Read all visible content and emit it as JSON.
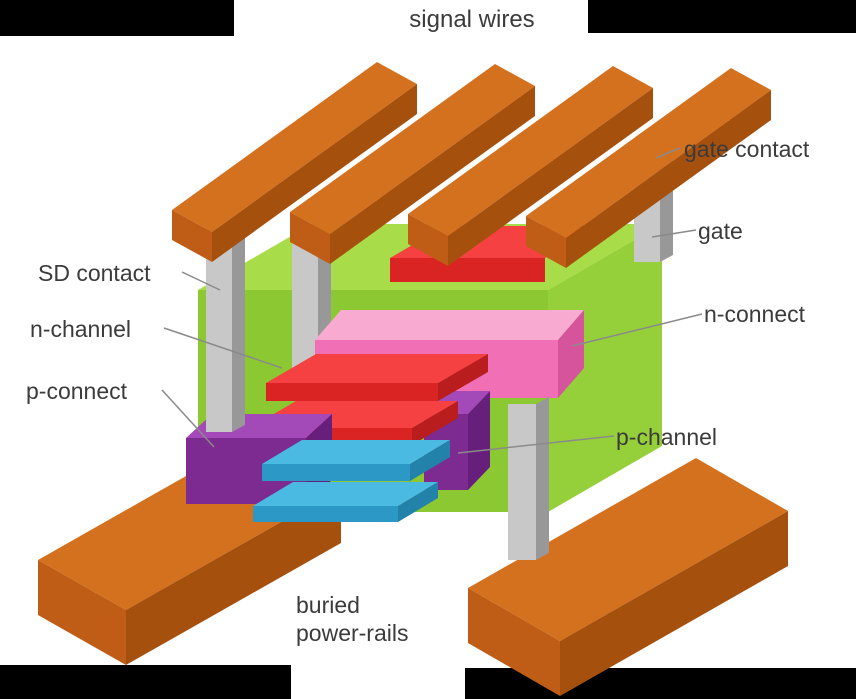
{
  "labels": {
    "signal_wires": "signal wires",
    "gate_contact": "gate contact",
    "gate": "gate",
    "sd_contact": "SD contact",
    "n_channel": "n-channel",
    "n_connect": "n-connect",
    "p_connect": "p-connect",
    "p_channel": "p-channel",
    "buried_power_rails_line1": "buried",
    "buried_power_rails_line2": "power-rails"
  },
  "colors": {
    "background": "#ffffff",
    "letterbox": "#000000",
    "leader": "#8a8a8a",
    "label_text": "#3b3b3b",
    "wire_top": "#d4711f",
    "wire_side": "#a6500e",
    "wire_end": "#bf5c15",
    "green_top": "#a8dc49",
    "green_front": "#8cc832",
    "green_side": "#95d03a",
    "red_top": "#f54141",
    "red_front": "#da2424",
    "red_end": "#ba1d1d",
    "pink_top": "#f9aad1",
    "pink_front": "#f170b5",
    "pink_side": "#d6549b",
    "purple_top": "#a44ab8",
    "purple_front": "#7d2b91",
    "purple_side": "#671f7c",
    "blue_top": "#4bbae3",
    "blue_front": "#2b98c5",
    "blue_end": "#2382aa",
    "gray_front": "#c8c8c8",
    "gray_side": "#989898"
  }
}
